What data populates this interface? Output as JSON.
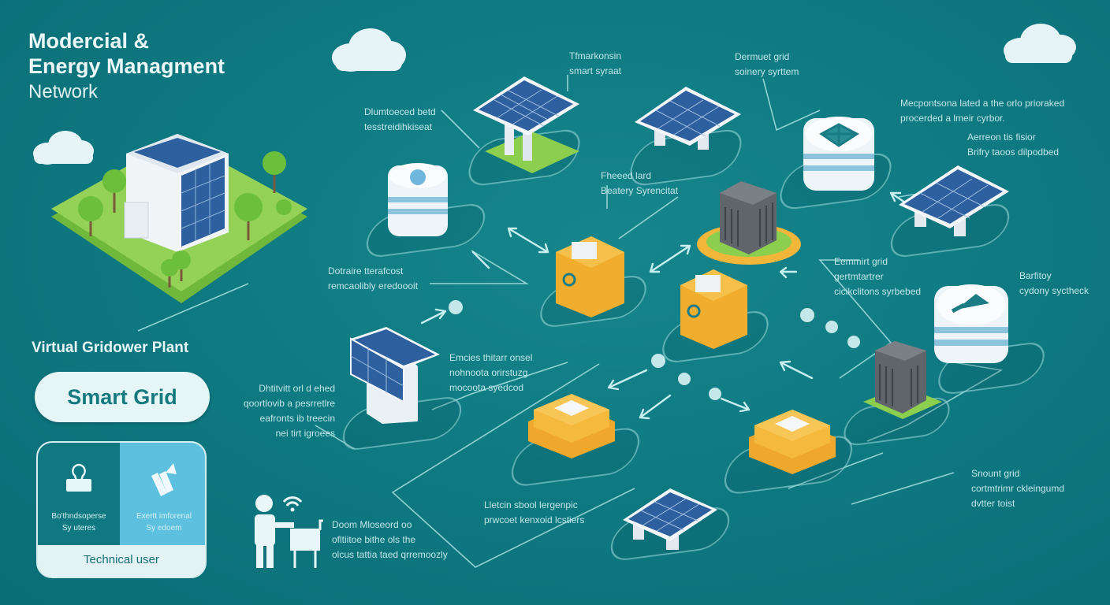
{
  "header": {
    "title_line1": "Modercial &",
    "title_line2": "Energy Managment",
    "title_line3": "Network"
  },
  "left_panel": {
    "section_title": "Virtual Gridower Plant",
    "smart_grid_button": "Smart Grid",
    "card": {
      "left_icon": "lightbulb-icon",
      "left_text": "Bo'thndsoperse\nSy uteres",
      "right_icon": "growth-arrow-icon",
      "right_text": "Exertt imforenal\nSy edoem",
      "footer": "Technical user"
    }
  },
  "labels": {
    "top_center": "Tfmarkonsin\nsmart syraat",
    "top_right": "Dermuet grid\nsoinery syrttem",
    "left_solar": "Dlumtoeced betd\ntesstreidihkiseat",
    "battery_sync": "Fheeed lard\nBeatery Syrencitat",
    "far_right_1": "Mecpontsona lated a the orlo prioraked\nprocerded a lmeir cyrbor.",
    "far_right_2": "Aerreon tis fisior\nBrifry taoos dilpodbed",
    "mid_left": "Dotraire tterafcost\nremcaolibly eredoooit",
    "mid_right": "Eemmirt grid\ngertmtartrer\ncicikclitons syrbebed",
    "right_battery": "Barfitoy\ncydony syctheck",
    "center_left": "Emcies thitarr onsel\nnohnoota orirstuzg\nmocoota syedcod",
    "far_left": "Dhtitvitt orl d ehed\nqoortlovib a pesrretlre\neafronts ib treecin\nnei tirt igroees",
    "bottom_center": "Lletcin sbool lergenpic\nprwcoet kenxoid lcstiers",
    "bottom_user": "Doom Mloseord oo\nofltiitoe bithe ols the\nolcus tattia taed qrremoozly",
    "bottom_right": "Snount grid\ncortmtrimr ckleingumd\ndvtter toist"
  },
  "icons": {
    "user_with_cart": "user-cart-wifi-icon",
    "clouds": [
      "cloud-icon",
      "cloud-icon",
      "cloud-icon"
    ],
    "nodes": [
      "solar-panel",
      "solar-panel-stand",
      "solar-panel",
      "solar-panel",
      "solar-panel-tilted",
      "solar-panel",
      "storage-hub",
      "storage-hub",
      "storage-hub",
      "battery-box",
      "battery-box",
      "battery-module",
      "battery-module",
      "inverter-unit",
      "inverter-unit",
      "commercial-building"
    ]
  },
  "colors": {
    "background": "#0f7a82",
    "panel_blue": "#2e5f9e",
    "battery_yellow": "#f2b63a",
    "grass_green": "#8ccf4e",
    "line": "#a8e0e3",
    "inverter_gray": "#5f656b"
  }
}
